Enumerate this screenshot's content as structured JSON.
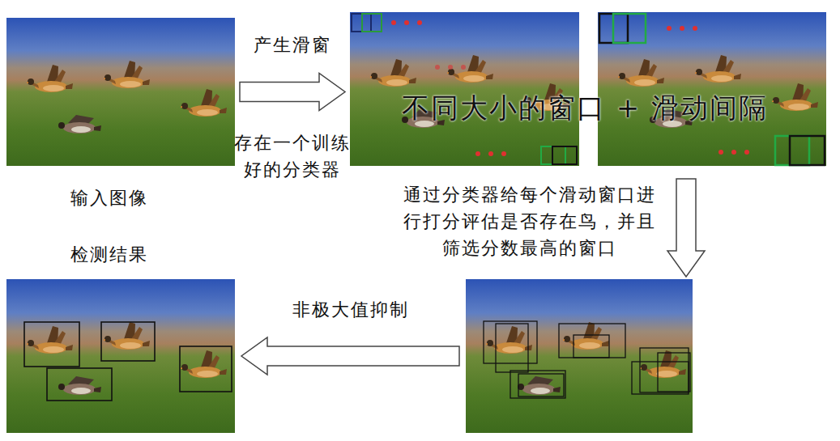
{
  "diagram": {
    "nodes": [
      {
        "text": [
          "输入图像"
        ]
      },
      {
        "text": [
          "不同大小的窗口 + 滑动间隔"
        ]
      },
      {
        "text": [
          "通过分类器给每个滑动窗口进行打分评估是否存在鸟，并且筛选分数最高的窗口"
        ]
      },
      {
        "text": [
          "检测结果"
        ]
      }
    ],
    "edges": [
      {
        "from": 0,
        "to": 1,
        "arrow": "to",
        "label": "产生滑窗"
      },
      {
        "from": 1,
        "to": 2,
        "arrow": "to"
      },
      {
        "from": 2,
        "to": 3,
        "arrow": "to",
        "label": "非极大值抑制"
      }
    ],
    "labels": [
      "存在一个训练好的分类器"
    ]
  }
}
